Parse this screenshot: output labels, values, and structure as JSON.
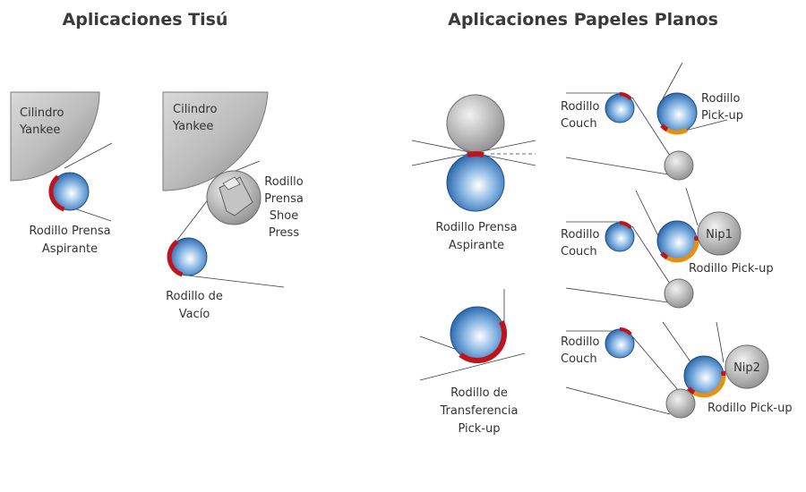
{
  "titles": {
    "tissue": "Aplicaciones Tisú",
    "flat": "Aplicaciones Papeles Planos"
  },
  "labels": {
    "yankee": [
      "Cilindro",
      "Yankee"
    ],
    "suction_press": [
      "Rodillo Prensa",
      "Aspirante"
    ],
    "shoe_press": [
      "Rodillo",
      "Prensa",
      "Shoe",
      "Press"
    ],
    "vacuum_roll": [
      "Rodillo de",
      "Vacío"
    ],
    "transfer_pickup": [
      "Rodillo de",
      "Transferencia",
      "Pick-up"
    ],
    "couch": [
      "Rodillo",
      "Couch"
    ],
    "pickup_two_line": [
      "Rodillo",
      "Pick-up"
    ],
    "pickup_one_line": "Rodillo Pick-up",
    "nip1": "Nip1",
    "nip2": "Nip2"
  },
  "colors": {
    "roll_blue": "#2f6db3",
    "roll_gray": "#a8a8a8",
    "seal_red": "#c0141b",
    "seal_orange": "#e8900c",
    "title_text": "#3a3a3a"
  }
}
